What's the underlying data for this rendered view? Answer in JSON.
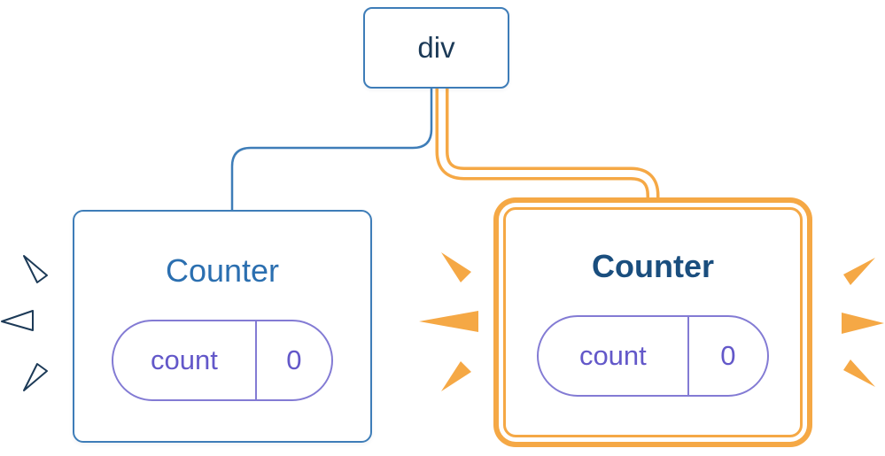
{
  "colors": {
    "background": "#FFFFFF",
    "white": "#FFFFFF",
    "card_border_blue": "#3E7DB8",
    "connector_blue": "#3E7DB8",
    "root_text": "#1C3A57",
    "left_title": "#2B6FB0",
    "right_title": "#1A4E7E",
    "purple_border": "#837BD4",
    "purple_text": "#6358C9",
    "orange": "#F5A845",
    "sparkle_outline": "#1C3A57"
  },
  "tree": {
    "root": {
      "label": "div"
    },
    "children": [
      {
        "title": "Counter",
        "highlighted": false,
        "state": {
          "key": "count",
          "value": "0"
        }
      },
      {
        "title": "Counter",
        "highlighted": true,
        "state": {
          "key": "count",
          "value": "0"
        }
      }
    ]
  },
  "icons": {
    "left_burst": "burst-icon (white wedge, dark outline)",
    "right_burst": "burst-icon (solid orange wedge)"
  }
}
